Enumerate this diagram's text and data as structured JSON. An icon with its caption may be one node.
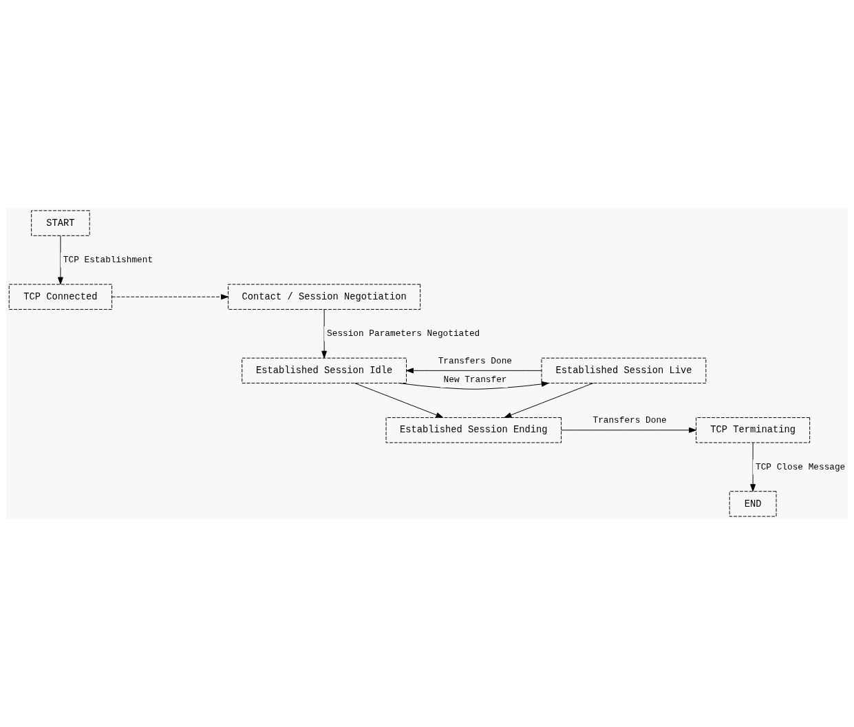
{
  "diagram": {
    "nodes": [
      {
        "text": [
          "START"
        ]
      },
      {
        "text": [
          "TCP Connected"
        ]
      },
      {
        "text": [
          "Contact / Session Negotiation"
        ]
      },
      {
        "text": [
          "Established Session Idle"
        ]
      },
      {
        "text": [
          "Established Session Live"
        ]
      },
      {
        "text": [
          "Established Session Ending"
        ]
      },
      {
        "text": [
          "TCP Terminating"
        ]
      },
      {
        "text": [
          "END"
        ]
      }
    ],
    "edges": [
      {
        "from": 0,
        "to": 1,
        "arrow": "to",
        "label": "TCP Establishment"
      },
      {
        "from": 1,
        "to": 2,
        "arrow": "to",
        "style": "dashed"
      },
      {
        "from": 2,
        "to": 3,
        "arrow": "to",
        "label": "Session Parameters Negotiated"
      },
      {
        "from": 3,
        "to": 4,
        "arrow": "to",
        "label": "New Transfer"
      },
      {
        "from": 4,
        "to": 3,
        "arrow": "to",
        "label": "Transfers Done"
      },
      {
        "from": 3,
        "to": 5,
        "arrow": "to"
      },
      {
        "from": 4,
        "to": 5,
        "arrow": "to"
      },
      {
        "from": 5,
        "to": 6,
        "arrow": "to",
        "label": "Transfers Done"
      },
      {
        "from": 6,
        "to": 7,
        "arrow": "to",
        "label": "TCP Close Message"
      }
    ]
  }
}
